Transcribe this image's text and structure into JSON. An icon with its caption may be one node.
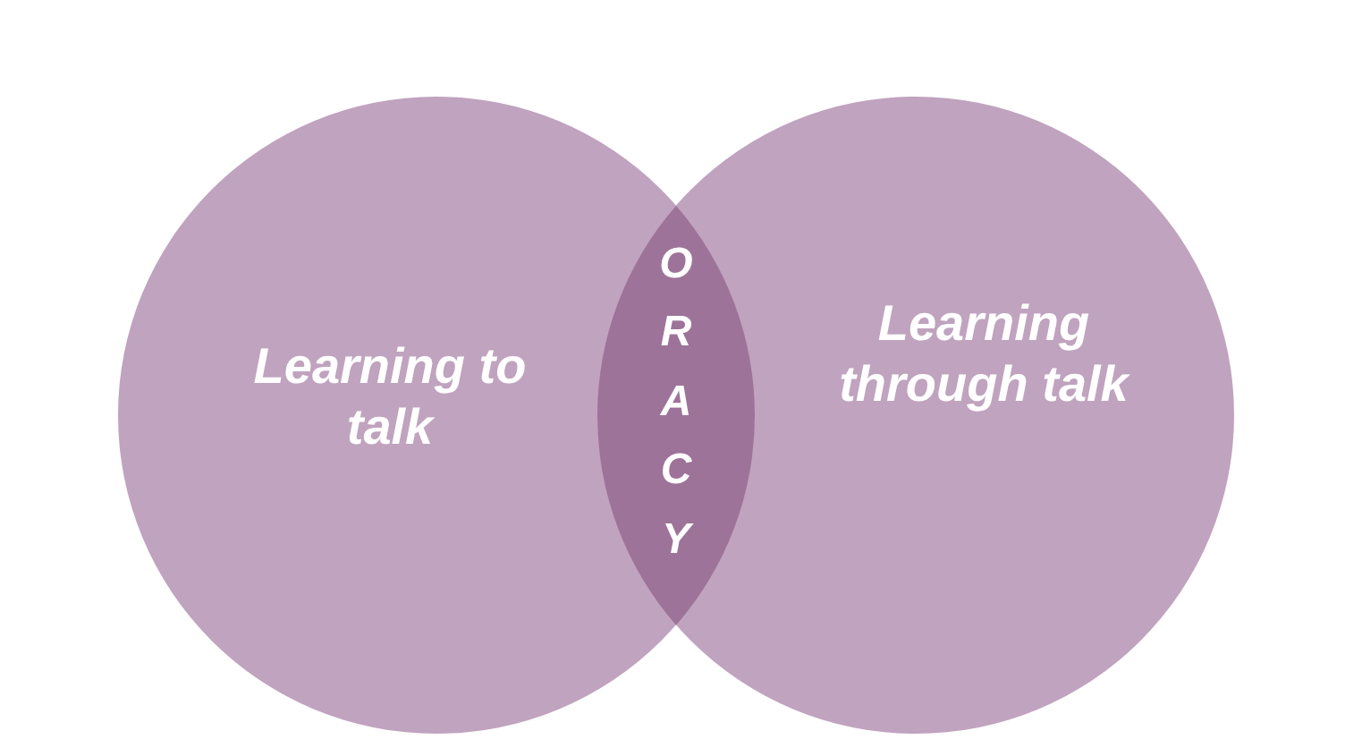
{
  "diagram": {
    "nodes": [
      {
        "text": [
          "Learning to talk"
        ]
      },
      {
        "text": [
          "Learning through talk"
        ]
      },
      {
        "text": [
          "ORACY"
        ]
      }
    ]
  }
}
